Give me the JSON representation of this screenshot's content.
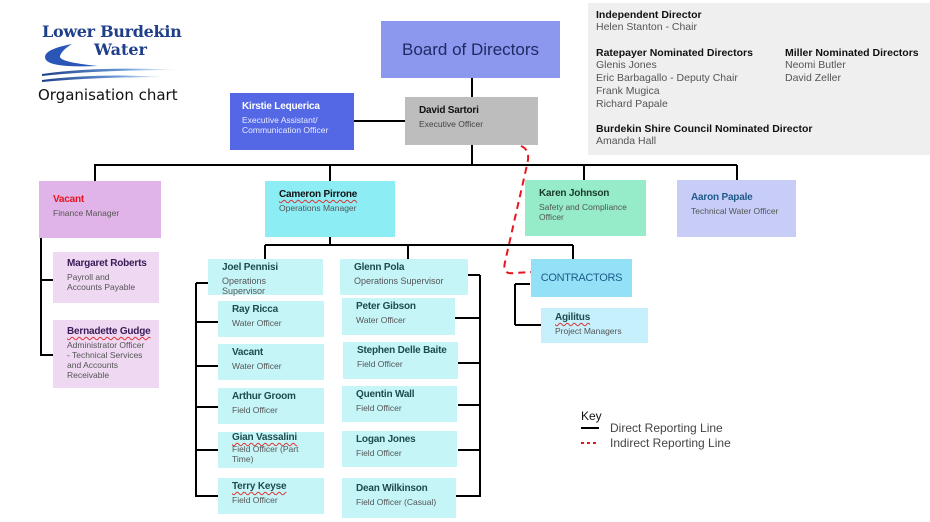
{
  "logo": {
    "line1": "Lower Burdekin",
    "line2": "Water"
  },
  "title": "Organisation chart",
  "board": {
    "label": "Board of Directors"
  },
  "directors_panel": {
    "independent": {
      "heading": "Independent Director",
      "members": [
        "Helen Stanton - Chair"
      ]
    },
    "ratepayer": {
      "heading": "Ratepayer Nominated Directors",
      "members": [
        "Glenis Jones",
        "Eric Barbagallo - Deputy Chair",
        "Frank Mugica",
        "Richard Papale"
      ]
    },
    "miller": {
      "heading": "Miller Nominated Directors",
      "members": [
        "Neomi Butler",
        "David Zeller"
      ]
    },
    "council": {
      "heading": "Burdekin Shire Council Nominated Director",
      "members": [
        "Amanda Hall"
      ]
    }
  },
  "executive": {
    "name": "David Sartori",
    "role": "Executive Officer"
  },
  "assistant": {
    "name": "Kirstie Lequerica",
    "role_line1": "Executive Assistant/",
    "role_line2": "Communication Officer"
  },
  "finance": {
    "manager": {
      "name": "Vacant",
      "role": "Finance Manager"
    },
    "staff": [
      {
        "name": "Margaret Roberts",
        "role": "Payroll and Accounts Payable"
      },
      {
        "name": "Bernadette Gudge",
        "role": "Administrator Officer - Technical Services and Accounts Receivable"
      }
    ]
  },
  "operations": {
    "manager": {
      "name": "Cameron Pirrone",
      "role": "Operations Manager"
    },
    "supervisor_left": {
      "name": "Joel Pennisi",
      "role": "Operations Supervisor"
    },
    "supervisor_right": {
      "name": "Glenn Pola",
      "role": "Operations Supervisor"
    },
    "left_team": [
      {
        "name": "Ray Ricca",
        "role": "Water Officer"
      },
      {
        "name": "Vacant",
        "role": "Water Officer"
      },
      {
        "name": "Arthur Groom",
        "role": "Field Officer"
      },
      {
        "name": "Gian Vassalini",
        "role": "Field Officer (Part Time)"
      },
      {
        "name": "Terry Keyse",
        "role": "Field Officer"
      }
    ],
    "right_team": [
      {
        "name": "Peter Gibson",
        "role": "Water Officer"
      },
      {
        "name": "Stephen Delle Baite",
        "role": "Field Officer"
      },
      {
        "name": "Quentin Wall",
        "role": "Field Officer"
      },
      {
        "name": "Logan Jones",
        "role": "Field Officer"
      },
      {
        "name": "Dean Wilkinson",
        "role": "Field Officer (Casual)"
      }
    ]
  },
  "safety": {
    "name": "Karen Johnson",
    "role": "Safety and Compliance Officer"
  },
  "technical": {
    "name": "Aaron Papale",
    "role": "Technical Water Officer"
  },
  "contractors": {
    "label": "CONTRACTORS",
    "members": [
      {
        "name": "Agilitus",
        "role": "Project Managers"
      }
    ]
  },
  "key": {
    "title": "Key",
    "items": [
      {
        "label": "Direct Reporting Line",
        "color": "#000000",
        "style": "solid"
      },
      {
        "label": "Indirect Reporting Line",
        "color": "#e8141e",
        "style": "dashed"
      }
    ]
  },
  "colors": {
    "board": "#8c98ee",
    "executive": "#bdbdbd",
    "assistant": "#5468e6",
    "finance_manager": "#e0b4e8",
    "finance_staff": "#eed8f2",
    "operations_manager": "#8cedf5",
    "operations_staff": "#c6f5f8",
    "safety": "#96ebc8",
    "technical": "#c7cdf7",
    "contractors": "#93e1f7",
    "vacant_highlight": "#e8141e",
    "indirect_line": "#e8141e"
  }
}
